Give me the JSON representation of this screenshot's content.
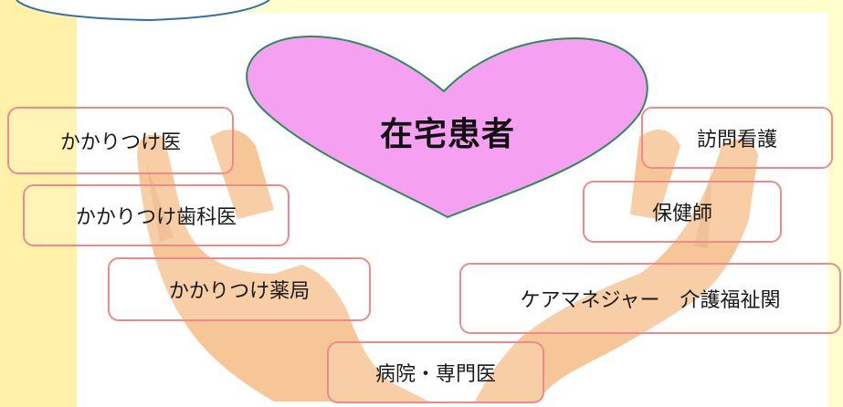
{
  "center": {
    "label": "在宅患者"
  },
  "providers": [
    {
      "label": "かかりつけ医"
    },
    {
      "label": "かかりつけ歯科医"
    },
    {
      "label": "かかりつけ薬局"
    },
    {
      "label": "訪問看護"
    },
    {
      "label": "保健師"
    },
    {
      "label": "ケアマネジャー　介護福祉関"
    },
    {
      "label": "病院・専門医"
    }
  ],
  "colors": {
    "background": "#ffffcc",
    "heart_fill": "#f5a0f0",
    "heart_stroke": "#2e8b57",
    "box_border": "#f08a8a",
    "hands": "#f6c08c"
  }
}
